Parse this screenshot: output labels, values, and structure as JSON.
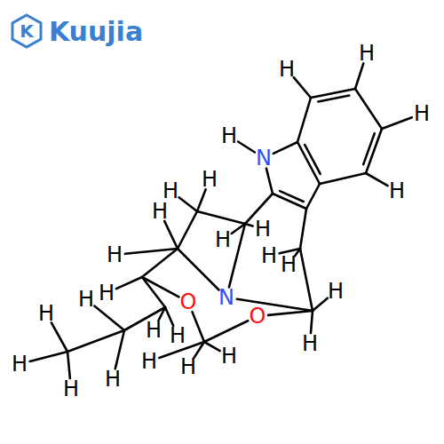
{
  "diagram": {
    "labels": [
      "K",
      "Kuujia",
      "H",
      "H",
      "H",
      "H",
      "H",
      "N",
      "H",
      "H",
      "H",
      "H",
      "H",
      "H",
      "H",
      "H",
      "H",
      "H",
      "O",
      "N",
      "O",
      "H",
      "H",
      "H",
      "H",
      "H",
      "H",
      "H",
      "H",
      "H",
      "H",
      "H"
    ]
  }
}
